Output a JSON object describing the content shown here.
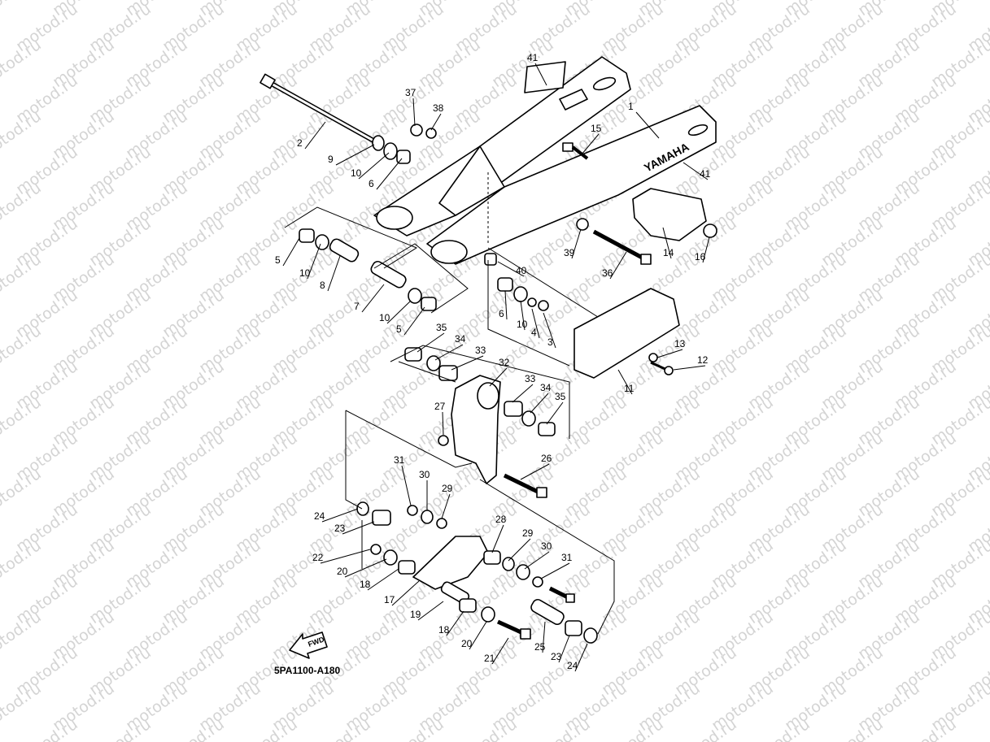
{
  "watermark": "motod.ru",
  "diagram_code": "5PA1100-A180",
  "brand_text": "YAMAHA",
  "fwd_text": "FWD",
  "labels": [
    "41",
    "1",
    "37",
    "38",
    "2",
    "15",
    "9",
    "10",
    "6",
    "41",
    "14",
    "16",
    "39",
    "36",
    "5",
    "10",
    "8",
    "40",
    "7",
    "6",
    "10",
    "4",
    "3",
    "10",
    "5",
    "13",
    "12",
    "35",
    "34",
    "33",
    "32",
    "11",
    "33",
    "34",
    "35",
    "27",
    "26",
    "31",
    "30",
    "29",
    "24",
    "23",
    "28",
    "29",
    "30",
    "22",
    "31",
    "20",
    "18",
    "17",
    "19",
    "18",
    "20",
    "21",
    "25",
    "23",
    "24"
  ]
}
